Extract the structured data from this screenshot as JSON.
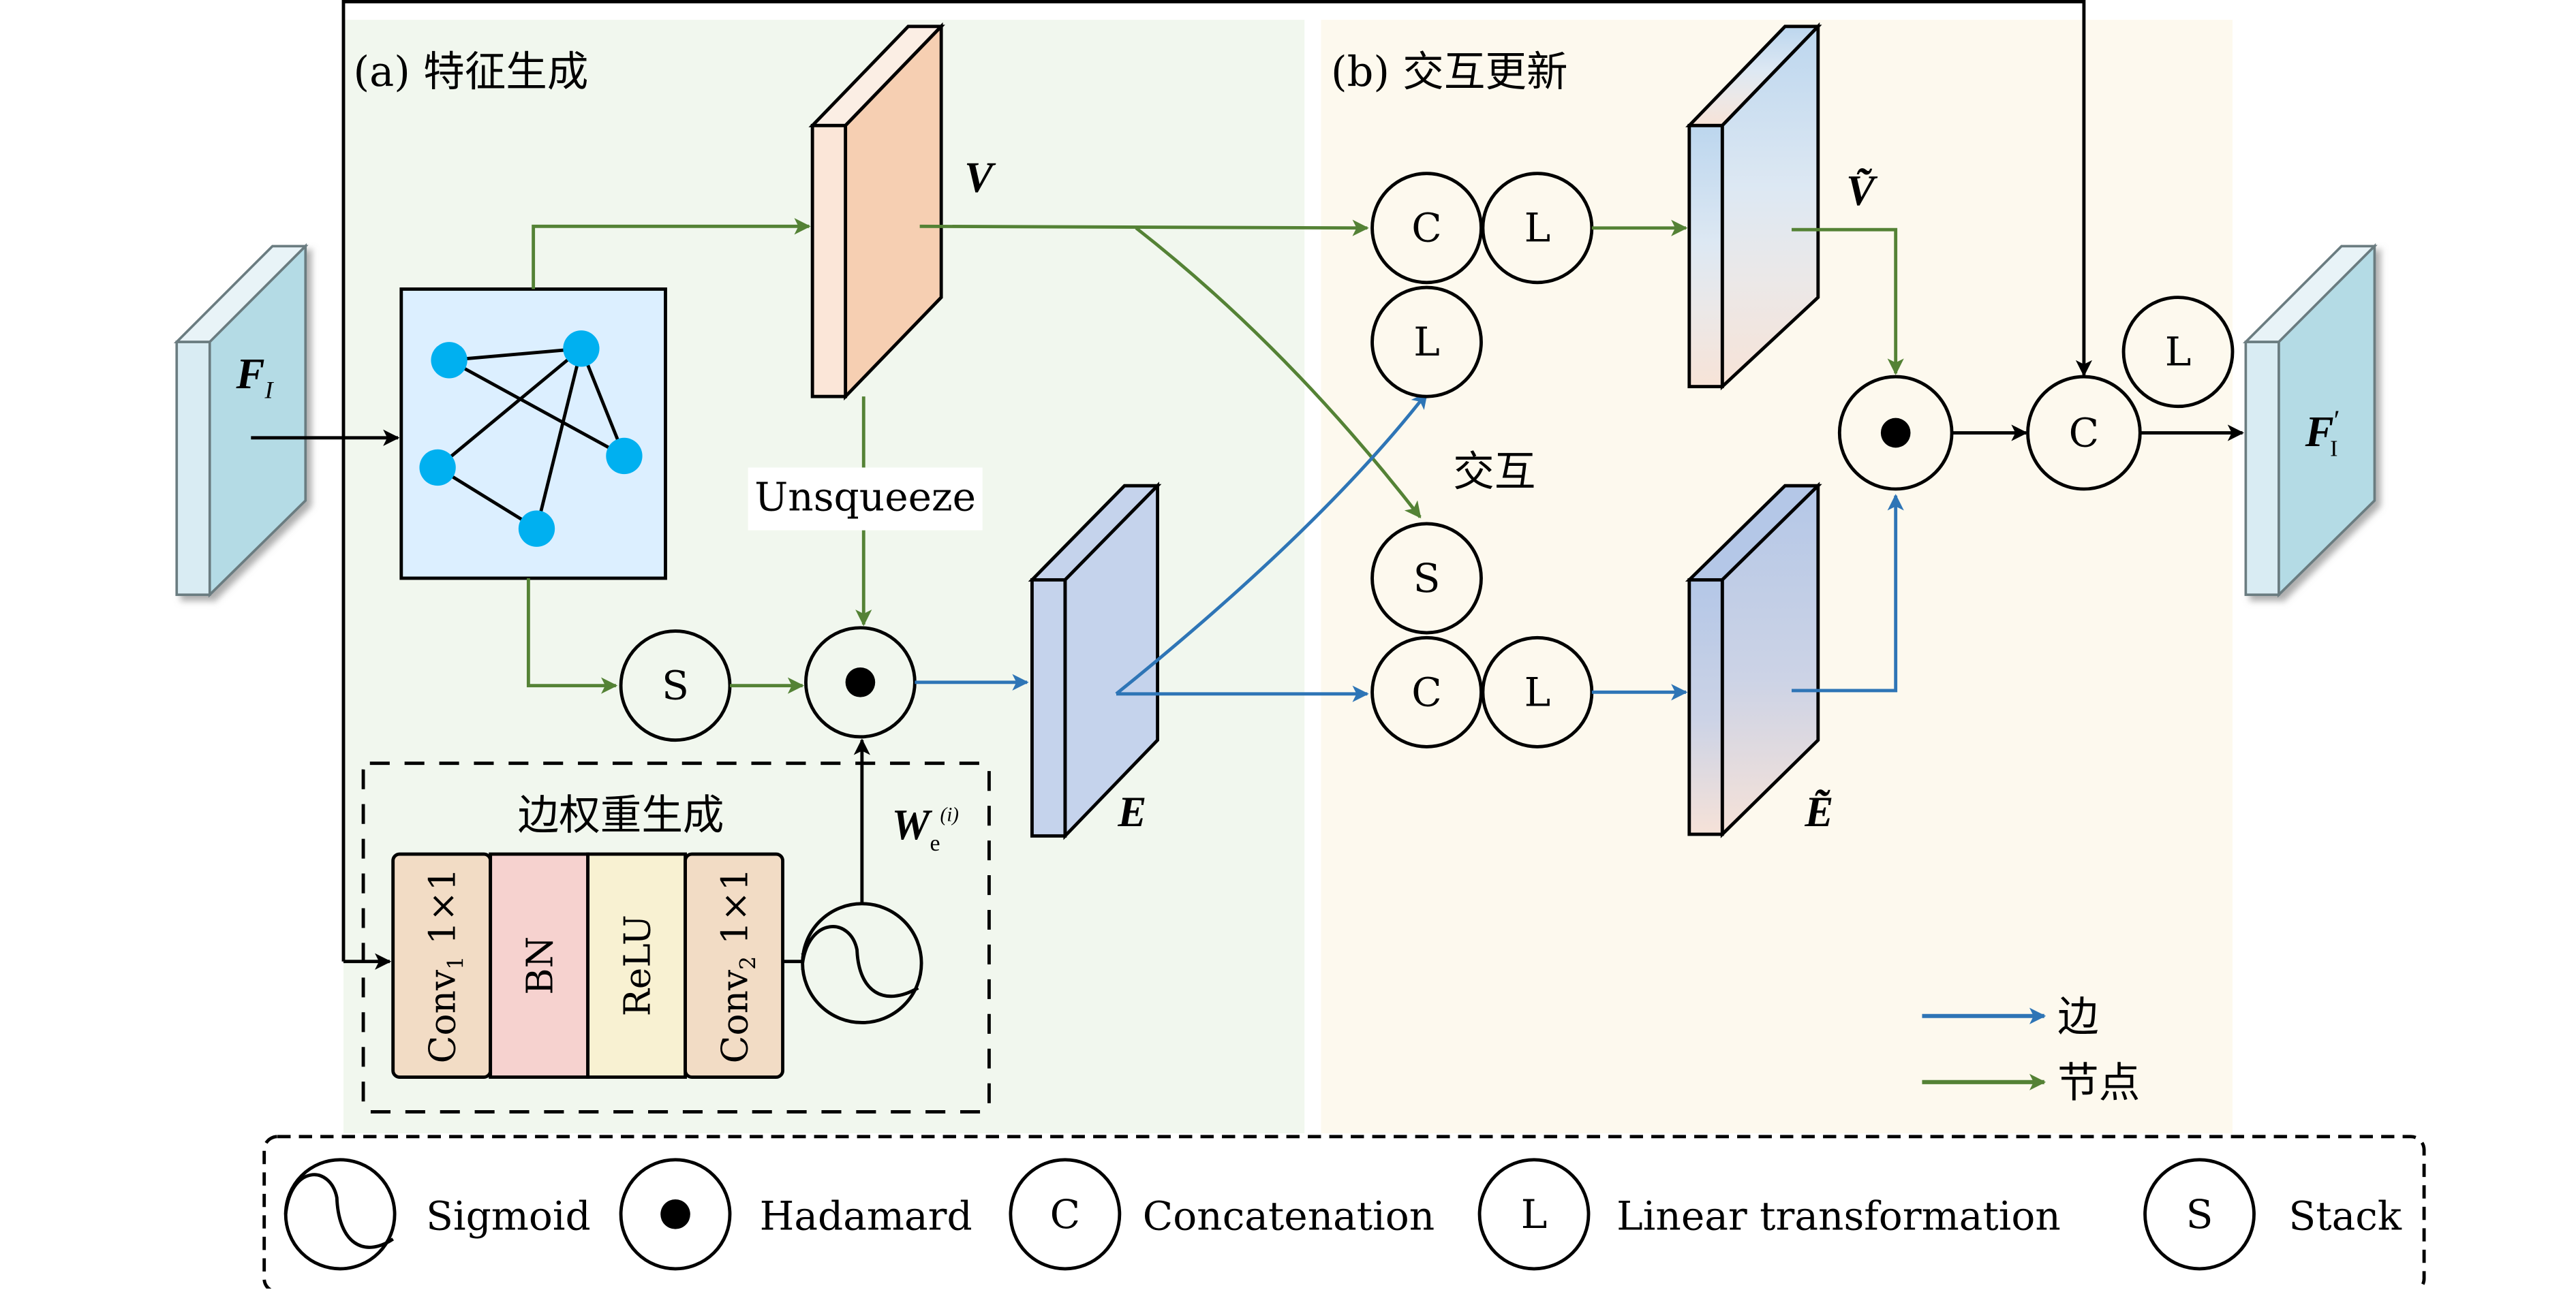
{
  "panels": {
    "a_title": "(a) 特征生成",
    "b_title": "(b) 交互更新",
    "edge_weight_title": "边权重生成"
  },
  "tensors": {
    "input": "F",
    "input_sub": "I",
    "output": "F",
    "output_sup": "′",
    "output_sub": "I",
    "node": "V",
    "edge": "E",
    "node_updated": "Ṽ",
    "edge_updated": "Ẽ",
    "weight": "W",
    "weight_sub": "e",
    "weight_sup": "(i)"
  },
  "labels": {
    "unsqueeze": "Unsqueeze",
    "interaction": "交互"
  },
  "blocks": [
    {
      "name": "Conv",
      "sub": "1",
      "suffix": " 1×1",
      "color": "#f2dcc5"
    },
    {
      "name": "BN",
      "sub": "",
      "suffix": "",
      "color": "#f6d2cf"
    },
    {
      "name": "ReLU",
      "sub": "",
      "suffix": "",
      "color": "#f8f1d2"
    },
    {
      "name": "Conv",
      "sub": "2",
      "suffix": " 1×1",
      "color": "#f2dcc5"
    }
  ],
  "ops": {
    "concat": "C",
    "linear": "L",
    "stack": "S"
  },
  "arrow_legend": [
    {
      "label": "边",
      "color": "#2e75b6"
    },
    {
      "label": "节点",
      "color": "#548235"
    }
  ],
  "legend": [
    {
      "symbol": "sigmoid",
      "label": "Sigmoid"
    },
    {
      "symbol": "hadamard",
      "label": "Hadamard"
    },
    {
      "symbol": "C",
      "label": "Concatenation"
    },
    {
      "symbol": "L",
      "label": "Linear transformation"
    },
    {
      "symbol": "S",
      "label": "Stack"
    }
  ],
  "colors": {
    "edge_arrow": "#2e75b6",
    "node_arrow": "#548235",
    "panel_a_bg": "#f1f7ee",
    "panel_b_bg": "#fdf9ee",
    "graph_bg": "#dcefff",
    "graph_node": "#00b0f0"
  }
}
